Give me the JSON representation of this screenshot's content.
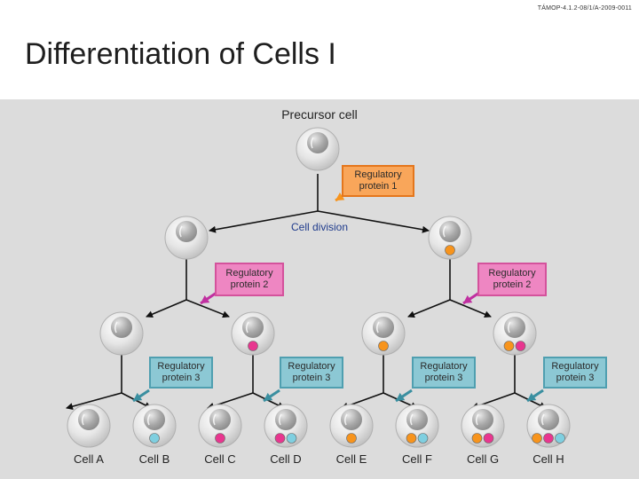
{
  "header": {
    "reference": "TÁMOP-4.1.2-08/1/A-2009-0011",
    "title": "Differentiation of Cells I"
  },
  "diagram": {
    "precursor_label": "Precursor cell",
    "division_label": "Cell division",
    "regulatory_protein_1": "Regulatory protein 1",
    "regulatory_protein_2": "Regulatory protein 2",
    "regulatory_protein_3": "Regulatory protein 3",
    "final_cells": [
      "Cell A",
      "Cell B",
      "Cell C",
      "Cell D",
      "Cell E",
      "Cell F",
      "Cell G",
      "Cell H"
    ]
  },
  "colors": {
    "protein_1": "#f7941d",
    "protein_2": "#e8368f",
    "protein_3": "#7fcfe0",
    "arrow_1": "#f7941d",
    "arrow_2": "#c02fa0",
    "arrow_3": "#3a8fa0",
    "cell_fill": "#c8c8c8",
    "nucleus_fill": "#9a9a9a"
  }
}
